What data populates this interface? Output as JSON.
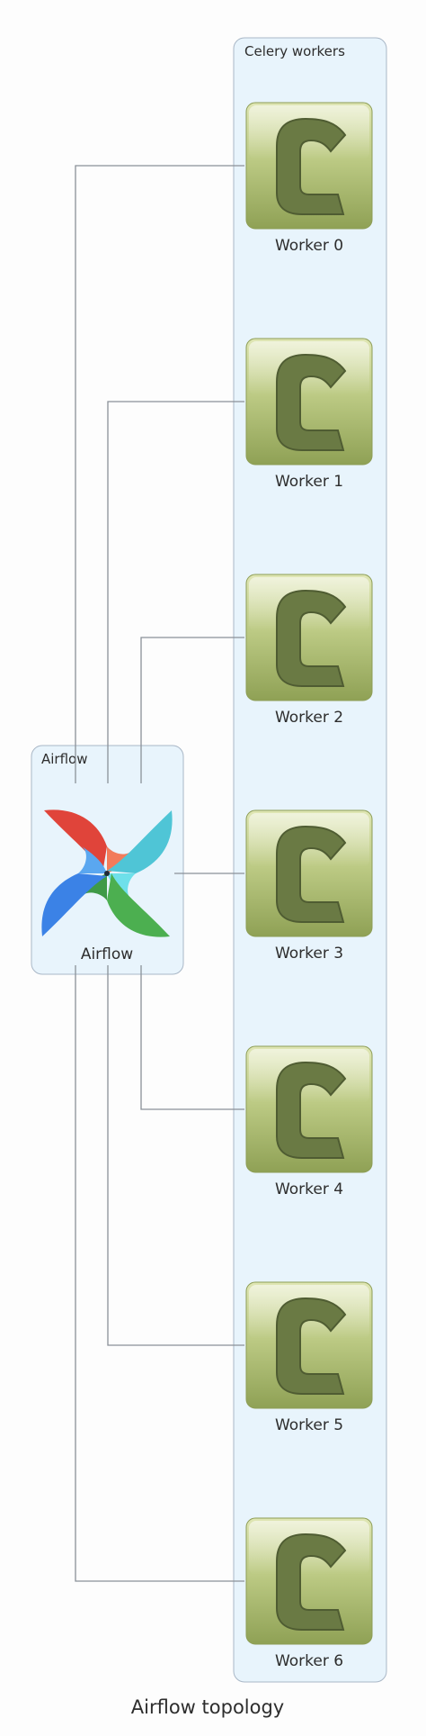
{
  "diagram": {
    "title": "Airflow topology",
    "clusters": {
      "airflow": {
        "label": "Airflow"
      },
      "workers": {
        "label": "Celery workers"
      }
    },
    "airflow_node": {
      "label": "Airflow",
      "icon": "airflow-pinwheel-logo"
    },
    "worker_icon": "celery-c-logo",
    "workers": [
      {
        "label": "Worker 0"
      },
      {
        "label": "Worker 1"
      },
      {
        "label": "Worker 2"
      },
      {
        "label": "Worker 3"
      },
      {
        "label": "Worker 4"
      },
      {
        "label": "Worker 5"
      },
      {
        "label": "Worker 6"
      }
    ],
    "colors": {
      "cluster_fill": "#e8f4fc",
      "cluster_stroke": "#a9b7c6",
      "edge": "#8a9198",
      "celery_green": "#a3b36a",
      "airflow_red": "#e0443a",
      "airflow_teal": "#4fc5d6",
      "airflow_blue": "#3b82e6",
      "airflow_green": "#4caf50"
    }
  }
}
